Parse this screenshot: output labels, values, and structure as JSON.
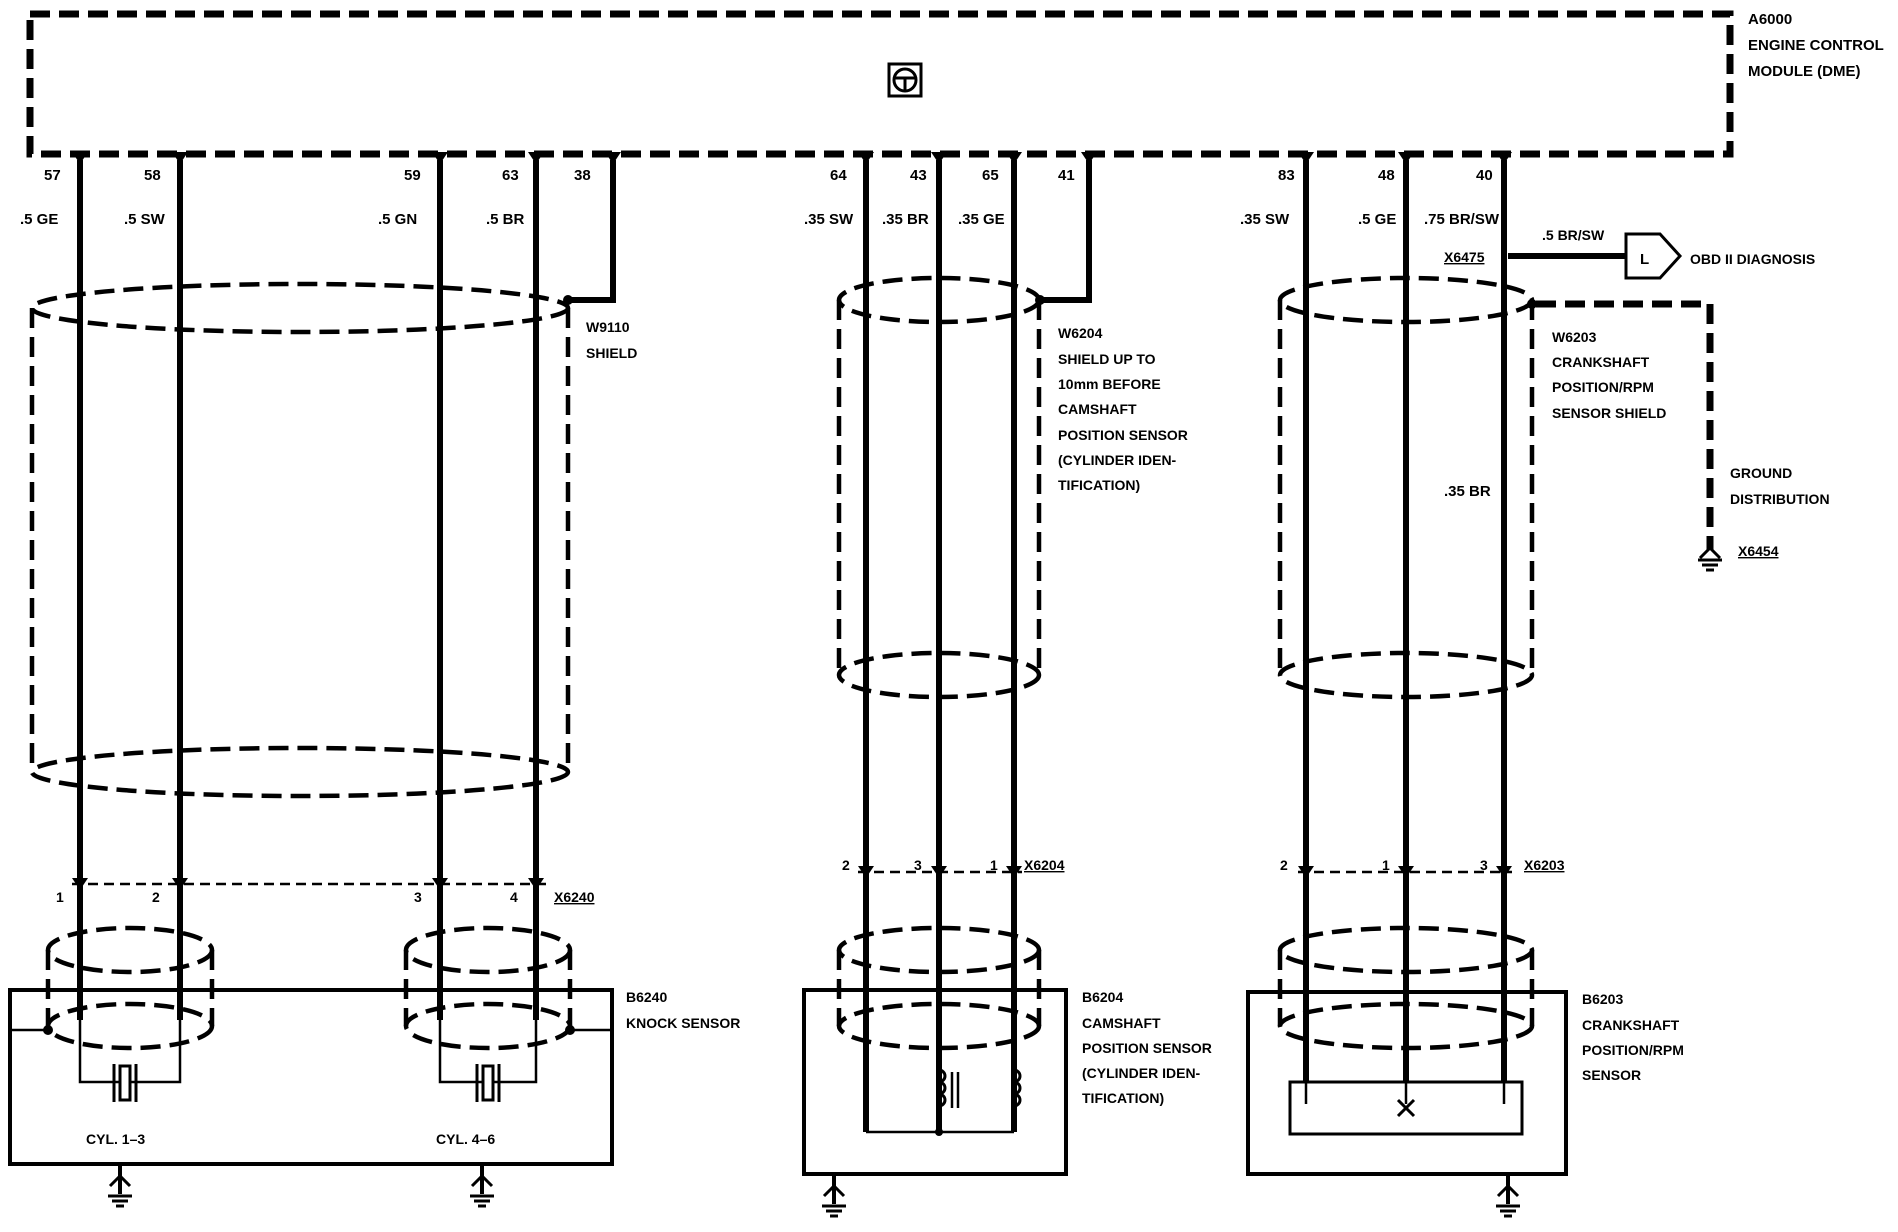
{
  "module": {
    "id": "A6000",
    "line1": "ENGINE CONTROL",
    "line2": "MODULE (DME)"
  },
  "pins": {
    "p57": "57",
    "p58": "58",
    "p59": "59",
    "p63": "63",
    "p38": "38",
    "p64": "64",
    "p43": "43",
    "p65": "65",
    "p41": "41",
    "p83": "83",
    "p48": "48",
    "p40": "40"
  },
  "wires": {
    "w57": ".5 GE",
    "w58": ".5 SW",
    "w59": ".5 GN",
    "w63": ".5 BR",
    "w64": ".35 SW",
    "w43": ".35 BR",
    "w65": ".35 GE",
    "w83": ".35 SW",
    "w48": ".5 GE",
    "w40": ".75 BR/SW",
    "w_shield_crank": ".35 BR",
    "w_obd": ".5 BR/SW"
  },
  "obd": {
    "connector": "X6475",
    "label": "OBD II DIAGNOSIS"
  },
  "shields": {
    "w9110": {
      "id": "W9110",
      "line1": "SHIELD"
    },
    "w6204": {
      "id": "W6204",
      "lines": [
        "SHIELD UP TO",
        "10mm BEFORE",
        "CAMSHAFT",
        "POSITION SENSOR",
        "(CYLINDER IDEN-",
        "TIFICATION)"
      ]
    },
    "w6203": {
      "id": "W6203",
      "lines": [
        "CRANKSHAFT",
        "POSITION/RPM",
        "SENSOR SHIELD"
      ]
    }
  },
  "ground": {
    "line1": "GROUND",
    "line2": "DISTRIBUTION",
    "id": "X6454"
  },
  "connectors": {
    "x6240": {
      "id": "X6240",
      "pins": [
        "1",
        "2",
        "3",
        "4"
      ]
    },
    "x6204": {
      "id": "X6204",
      "pins": [
        "2",
        "3",
        "1"
      ]
    },
    "x6203": {
      "id": "X6203",
      "pins": [
        "2",
        "1",
        "3"
      ]
    }
  },
  "sensors": {
    "b6240": {
      "id": "B6240",
      "line1": "KNOCK SENSOR",
      "cyl1": "CYL. 1–3",
      "cyl2": "CYL. 4–6"
    },
    "b6204": {
      "id": "B6204",
      "lines": [
        "CAMSHAFT",
        "POSITION SENSOR",
        "(CYLINDER IDEN-",
        "TIFICATION)"
      ]
    },
    "b6203": {
      "id": "B6203",
      "lines": [
        "CRANKSHAFT",
        "POSITION/RPM",
        "SENSOR"
      ]
    }
  },
  "icons": {
    "module_symbol": "steering-wheel-icon",
    "ground": "ground-symbol-icon",
    "obd_arrow": "arrow-connector-icon",
    "knock_crystal": "piezo-crystal-icon",
    "cam_coil": "inductor-coil-icon",
    "crank_element": "hall-element-icon"
  }
}
